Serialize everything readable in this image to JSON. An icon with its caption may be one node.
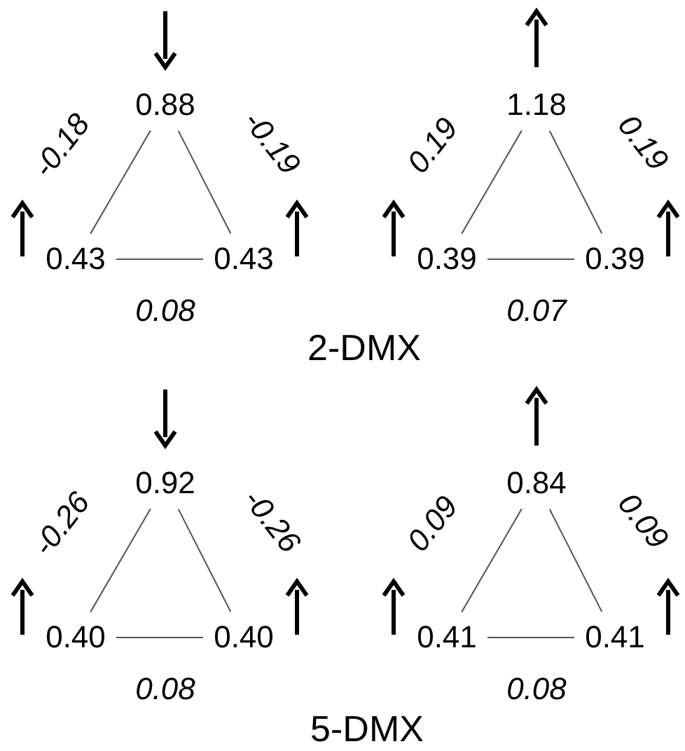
{
  "diagram": {
    "nodes": [
      {
        "text": [
          "0.88"
        ]
      },
      {
        "text": [
          "0.43"
        ]
      },
      {
        "text": [
          "0.43"
        ]
      },
      {
        "text": [
          "1.18"
        ]
      },
      {
        "text": [
          "0.39"
        ]
      },
      {
        "text": [
          "0.39"
        ]
      },
      {
        "text": [
          "0.92"
        ]
      },
      {
        "text": [
          "0.40"
        ]
      },
      {
        "text": [
          "0.40"
        ]
      },
      {
        "text": [
          "0.84"
        ]
      },
      {
        "text": [
          "0.41"
        ]
      },
      {
        "text": [
          "0.41"
        ]
      }
    ],
    "edges": [
      {
        "from": 0,
        "to": 1,
        "arrow": "none",
        "label": "-0.18"
      },
      {
        "from": 0,
        "to": 2,
        "arrow": "none",
        "label": "-0.19"
      },
      {
        "from": 1,
        "to": 2,
        "arrow": "none",
        "label": "0.08"
      },
      {
        "from": 3,
        "to": 4,
        "arrow": "none",
        "label": "0.19"
      },
      {
        "from": 3,
        "to": 5,
        "arrow": "none",
        "label": "0.19"
      },
      {
        "from": 4,
        "to": 5,
        "arrow": "none",
        "label": "0.07"
      },
      {
        "from": 6,
        "to": 7,
        "arrow": "none",
        "label": "-0.26"
      },
      {
        "from": 6,
        "to": 8,
        "arrow": "none",
        "label": "-0.26"
      },
      {
        "from": 7,
        "to": 8,
        "arrow": "none",
        "label": "0.08"
      },
      {
        "from": 9,
        "to": 10,
        "arrow": "none",
        "label": "0.09"
      },
      {
        "from": 9,
        "to": 11,
        "arrow": "none",
        "label": "0.09"
      },
      {
        "from": 10,
        "to": 11,
        "arrow": "none",
        "label": "0.08"
      }
    ],
    "labels": [
      "2-DMX",
      "5-DMX"
    ]
  }
}
